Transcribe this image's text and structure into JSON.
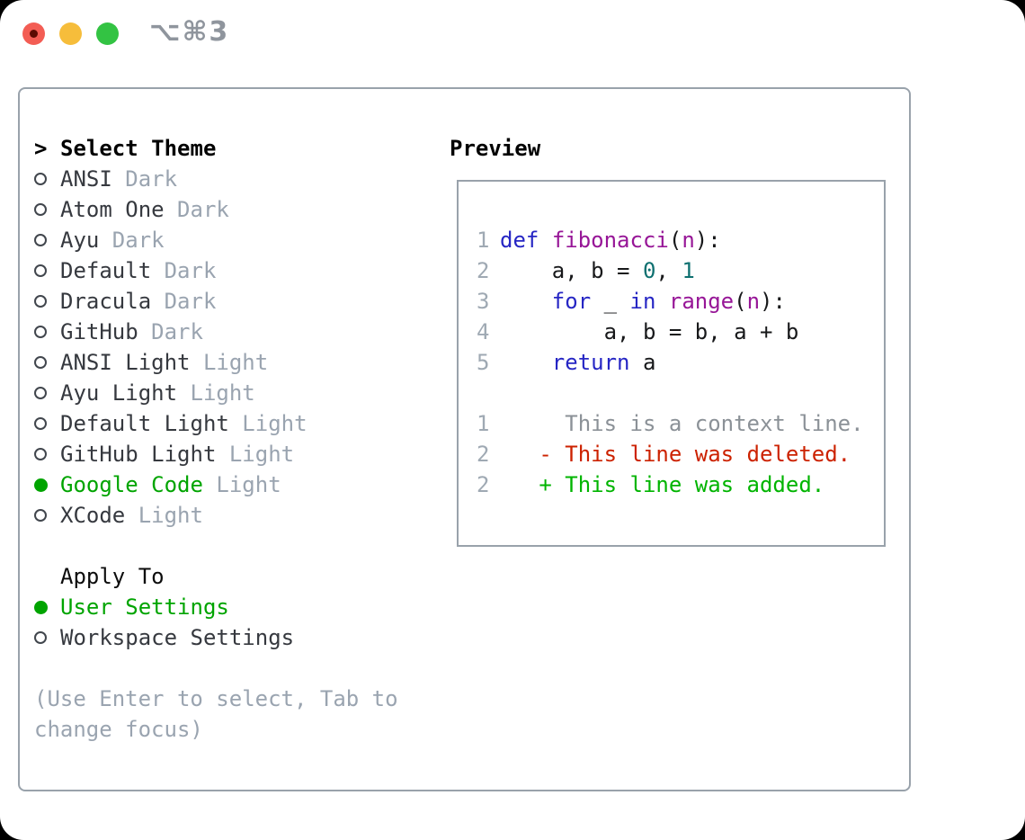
{
  "titlebar": {
    "title": "⌥⌘3"
  },
  "theme_selector": {
    "header_prefix": ">",
    "header_label": "Select Theme",
    "items": [
      {
        "name": "ANSI",
        "variant": "Dark",
        "selected": false
      },
      {
        "name": "Atom One",
        "variant": "Dark",
        "selected": false
      },
      {
        "name": "Ayu",
        "variant": "Dark",
        "selected": false
      },
      {
        "name": "Default",
        "variant": "Dark",
        "selected": false
      },
      {
        "name": "Dracula",
        "variant": "Dark",
        "selected": false
      },
      {
        "name": "GitHub",
        "variant": "Dark",
        "selected": false
      },
      {
        "name": "ANSI Light",
        "variant": "Light",
        "selected": false
      },
      {
        "name": "Ayu Light",
        "variant": "Light",
        "selected": false
      },
      {
        "name": "Default Light",
        "variant": "Light",
        "selected": false
      },
      {
        "name": "GitHub Light",
        "variant": "Light",
        "selected": false
      },
      {
        "name": "Google Code",
        "variant": "Light",
        "selected": true
      },
      {
        "name": "XCode",
        "variant": "Light",
        "selected": false
      }
    ]
  },
  "apply_to": {
    "header": "Apply To",
    "options": [
      {
        "label": "User Settings",
        "selected": true
      },
      {
        "label": "Workspace Settings",
        "selected": false
      }
    ]
  },
  "hint": "(Use Enter to select, Tab to change focus)",
  "preview": {
    "header": "Preview",
    "code_lines": [
      {
        "num": "1",
        "segments": [
          {
            "t": "def",
            "s": "kw"
          },
          {
            "t": " ",
            "s": "pl"
          },
          {
            "t": "fibonacci",
            "s": "fn"
          },
          {
            "t": "(",
            "s": "pl"
          },
          {
            "t": "n",
            "s": "fn"
          },
          {
            "t": "):",
            "s": "pl"
          }
        ]
      },
      {
        "num": "2",
        "segments": [
          {
            "t": "    a, b = ",
            "s": "pl"
          },
          {
            "t": "0",
            "s": "lit"
          },
          {
            "t": ", ",
            "s": "pl"
          },
          {
            "t": "1",
            "s": "lit"
          }
        ]
      },
      {
        "num": "3",
        "segments": [
          {
            "t": "    ",
            "s": "pl"
          },
          {
            "t": "for",
            "s": "kw"
          },
          {
            "t": " _ ",
            "s": "pl"
          },
          {
            "t": "in",
            "s": "kw"
          },
          {
            "t": " ",
            "s": "pl"
          },
          {
            "t": "range",
            "s": "fn"
          },
          {
            "t": "(",
            "s": "pl"
          },
          {
            "t": "n",
            "s": "fn"
          },
          {
            "t": "):",
            "s": "pl"
          }
        ]
      },
      {
        "num": "4",
        "segments": [
          {
            "t": "        a, b = b, a + b",
            "s": "pl"
          }
        ]
      },
      {
        "num": "5",
        "segments": [
          {
            "t": "    ",
            "s": "pl"
          },
          {
            "t": "return",
            "s": "kw"
          },
          {
            "t": " a",
            "s": "pl"
          }
        ]
      },
      {
        "num": "",
        "segments": []
      },
      {
        "num": "1",
        "segments": [
          {
            "t": "     This is a context line.",
            "s": "ctx"
          }
        ]
      },
      {
        "num": "2",
        "segments": [
          {
            "t": "   - This line was deleted.",
            "s": "del"
          }
        ]
      },
      {
        "num": "2",
        "segments": [
          {
            "t": "   + This line was added.",
            "s": "add"
          }
        ]
      }
    ]
  },
  "colors": {
    "accent_green": "#00a400",
    "diff_added_green": "#00b400",
    "diff_deleted_red": "#cc2200",
    "keyword_blue": "#2626c4",
    "function_purple": "#971697",
    "literal_teal": "#0e7070",
    "muted_gray": "#9aa4b0",
    "panel_border": "#99a2ab",
    "traffic_red": "#f35d54",
    "traffic_yellow": "#f6bd3b",
    "traffic_green": "#33c343"
  }
}
